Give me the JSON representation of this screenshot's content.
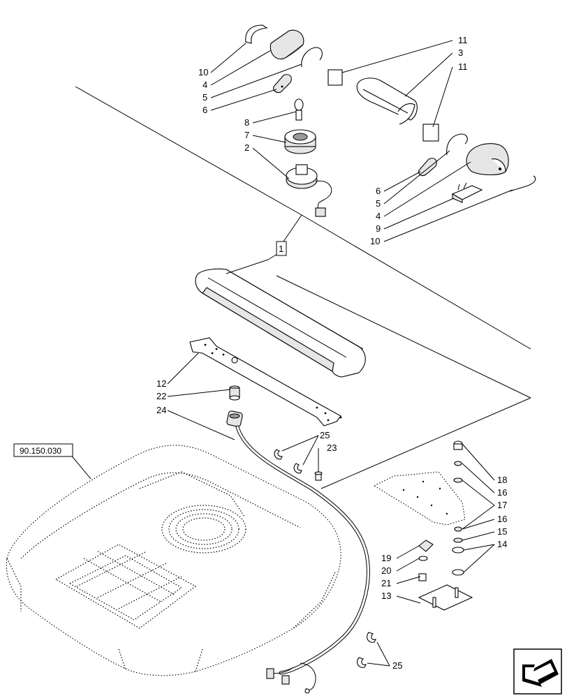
{
  "callouts": {
    "c10a": "10",
    "c4a": "4",
    "c5a": "5",
    "c6a": "6",
    "c8": "8",
    "c7": "7",
    "c2": "2",
    "c11a": "11",
    "c3": "3",
    "c11b": "11",
    "c6b": "6",
    "c5b": "5",
    "c4b": "4",
    "c9": "9",
    "c10b": "10",
    "c1": "1",
    "c12": "12",
    "c22": "22",
    "c24": "24",
    "c25a": "25",
    "c23": "23",
    "c18": "18",
    "c16a": "16",
    "c17": "17",
    "c16b": "16",
    "c15": "15",
    "c14": "14",
    "c19": "19",
    "c20": "20",
    "c21": "21",
    "c13": "13",
    "c25b": "25"
  },
  "reference_box": "90.150.030",
  "icons": {
    "corner": "arrow-back-icon"
  }
}
